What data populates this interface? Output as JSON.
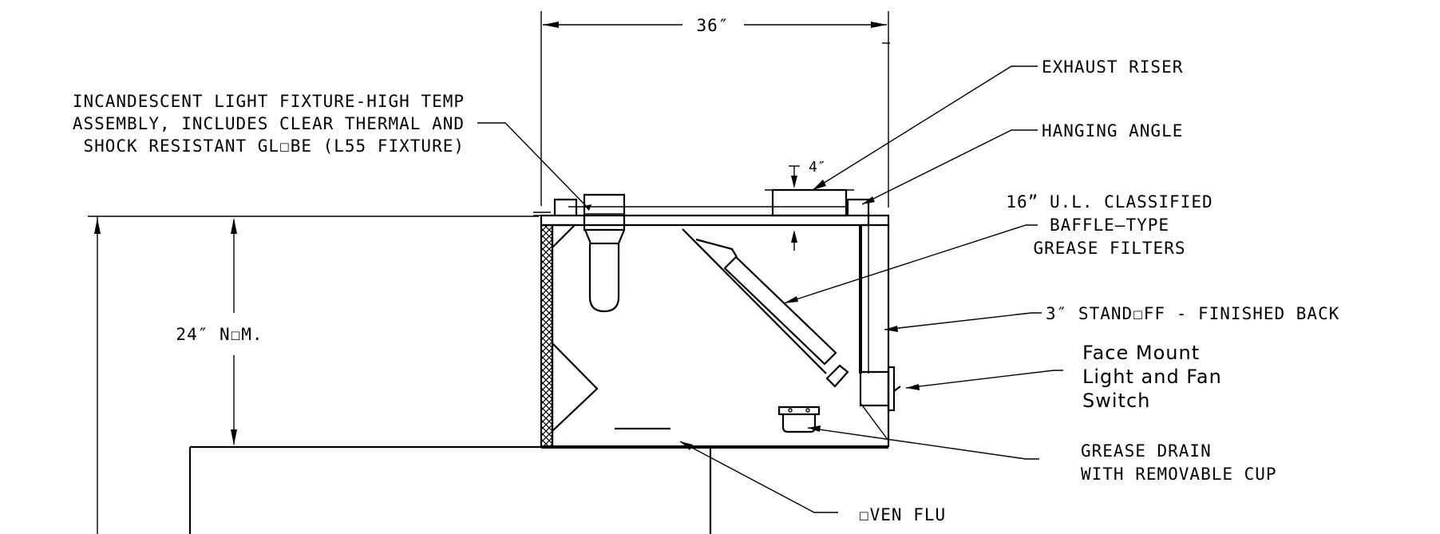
{
  "dimensions": {
    "width": "36″",
    "height": "24″ N☐M.",
    "riser": "4″"
  },
  "callouts": {
    "light_fixture": [
      "INCANDESCENT LIGHT FIXTURE-HIGH TEMP",
      "ASSEMBLY, INCLUDES CLEAR THERMAL AND",
      "SHOCK RESISTANT GL☐BE (L55 FIXTURE)"
    ],
    "exhaust_riser": "EXHAUST RISER",
    "hanging_angle": "HANGING ANGLE",
    "grease_filters": [
      "16” U.L. CLASSIFIED",
      "BAFFLE—TYPE",
      "GREASE FILTERS"
    ],
    "standoff": "3″ STAND☐FF - FINISHED BACK",
    "switch": [
      "Face Mount",
      "Light and Fan",
      "Switch"
    ],
    "grease_drain": [
      "GREASE DRAIN",
      "WITH REMOVABLE CUP"
    ],
    "oven_flu": "☐VEN FLU"
  }
}
